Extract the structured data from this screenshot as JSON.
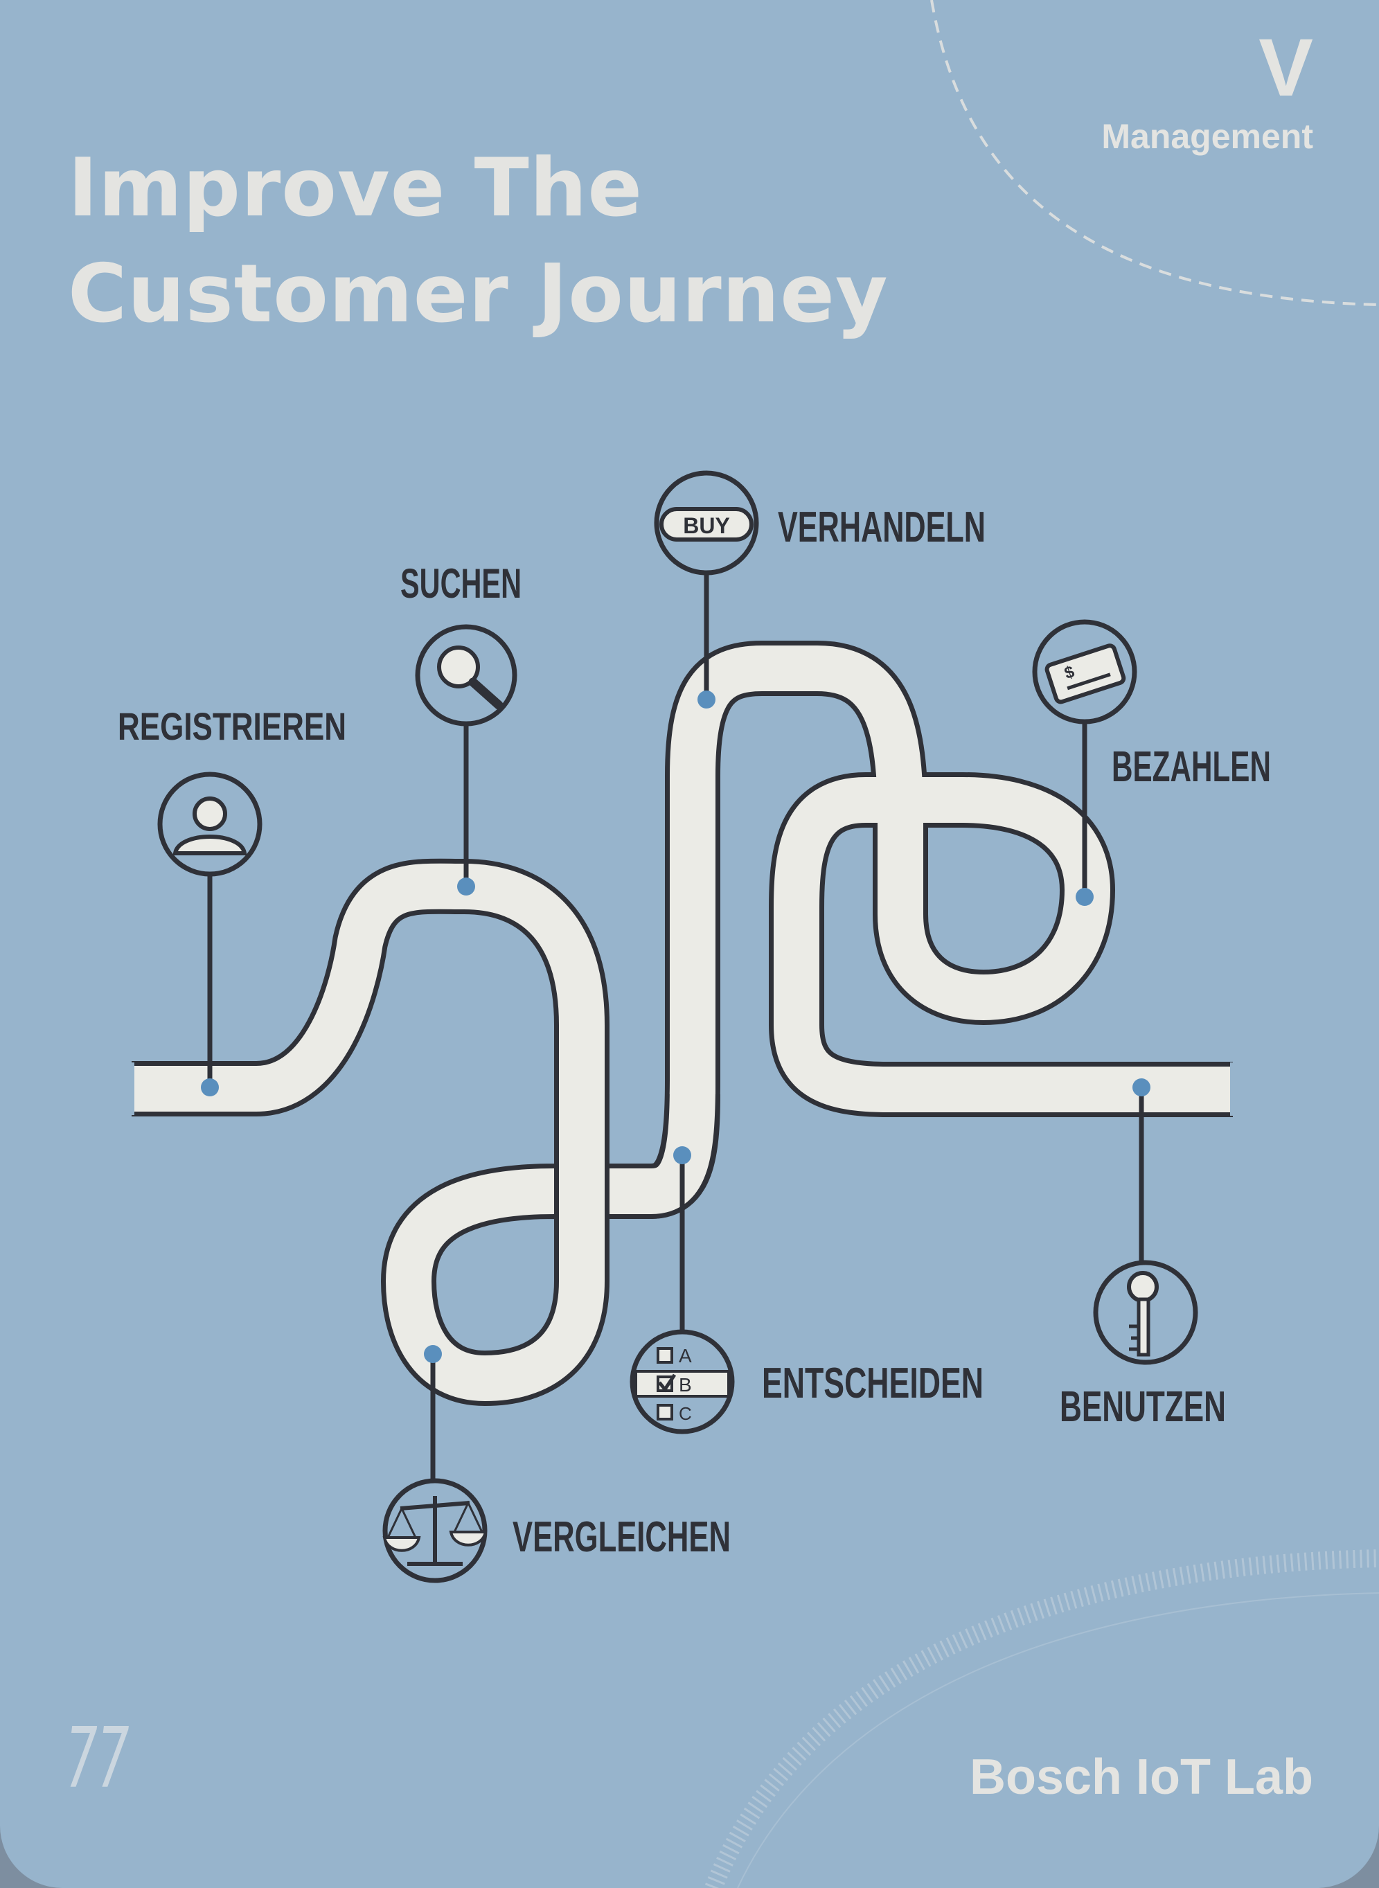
{
  "card": {
    "title_line1": "Improve The",
    "title_line2": "Customer Journey",
    "category_letter": "V",
    "category_name": "Management",
    "number": "77",
    "brand": "Bosch IoT Lab"
  },
  "stages": [
    {
      "label": "REGISTRIEREN",
      "icon": "user-icon"
    },
    {
      "label": "SUCHEN",
      "icon": "magnifier-icon"
    },
    {
      "label": "VERHANDELN",
      "icon": "buy-button-icon"
    },
    {
      "label": "BEZAHLEN",
      "icon": "credit-card-icon"
    },
    {
      "label": "ENTSCHEIDEN",
      "icon": "checklist-icon"
    },
    {
      "label": "VERGLEICHEN",
      "icon": "scales-icon"
    },
    {
      "label": "BENUTZEN",
      "icon": "key-icon"
    }
  ],
  "icon_text": {
    "buy": "BUY",
    "check_a": "A",
    "check_b": "B",
    "check_c": "C",
    "card_symbol": "$"
  },
  "colors": {
    "background": "#97b4cc",
    "road": "#ebebe6",
    "outline": "#2f3138",
    "dot": "#5a8fbd",
    "text_light": "#e4e4e1"
  }
}
